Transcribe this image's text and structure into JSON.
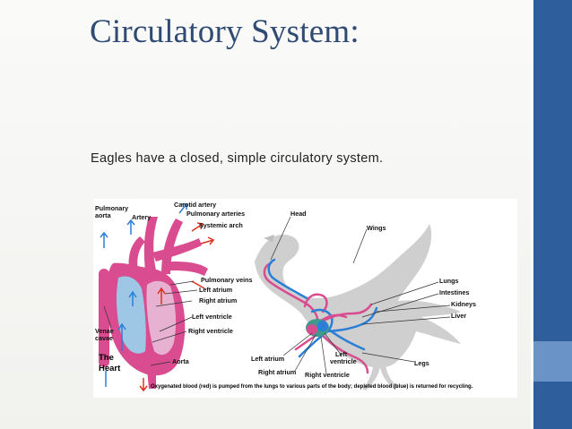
{
  "slide": {
    "title": "Circulatory System:",
    "body_text": "Eagles have a closed, simple circulatory system.",
    "accent_color": "#2f5e9c"
  },
  "figure": {
    "heart_labels": {
      "pulmonary_aorta_1": "Pulmonary",
      "pulmonary_aorta_2": "aorta",
      "artery": "Artery",
      "carotid_artery": "Carotid artery",
      "pulmonary_arteries": "Pulmonary arteries",
      "systemic_arch": "Systemic arch",
      "pulmonary_veins": "Pulmonary veins",
      "left_atrium": "Left atrium",
      "right_atrium": "Right atrium",
      "left_ventricle": "Left ventricle",
      "right_ventricle": "Right ventricle",
      "venae_cavae_1": "Venae",
      "venae_cavae_2": "cavae",
      "aorta": "Aorta",
      "the_heart_1": "The",
      "the_heart_2": "Heart"
    },
    "bird_labels": {
      "head": "Head",
      "wings": "Wings",
      "lungs": "Lungs",
      "intestines": "Intestines",
      "kidneys": "Kidneys",
      "liver": "Liver",
      "legs": "Legs",
      "left_atrium": "Left atrium",
      "left_ventricle_1": "Left",
      "left_ventricle_2": "ventricle",
      "right_atrium": "Right atrium",
      "right_ventricle": "Right ventricle"
    },
    "caption": "Oxygenated blood (red) is pumped from the lungs to various parts of the body; depleted blood (blue) is returned for recycling.",
    "colors": {
      "vessel": "#d94c8f",
      "oxygenated": "#e0301e",
      "depleted": "#2b7fd6",
      "bird": "#c9c9c9"
    }
  }
}
